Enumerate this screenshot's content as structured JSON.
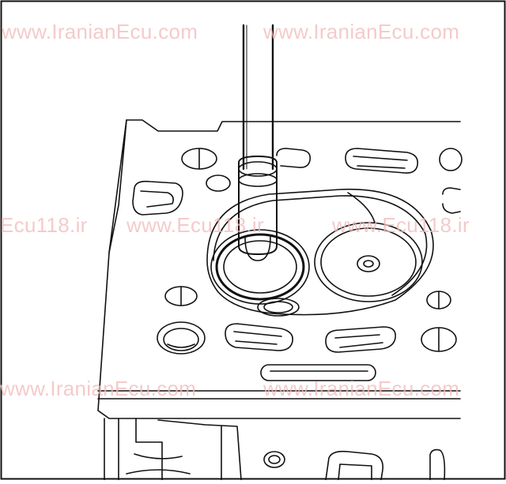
{
  "figure": {
    "subject": "tool inserted into cylinder head valve seat (line drawing)",
    "stroke_color": "#111111",
    "background_color": "#ffffff"
  },
  "watermarks": {
    "color": "#f2b9b9",
    "items": [
      "www.IranianEcu.com",
      "www.IranianEcu.com",
      "Ecu118.ir",
      "www.Ecu118.ir",
      "www.Ecu118.ir",
      "www.IranianEcu.com",
      "www.IranianEcu.com"
    ]
  }
}
